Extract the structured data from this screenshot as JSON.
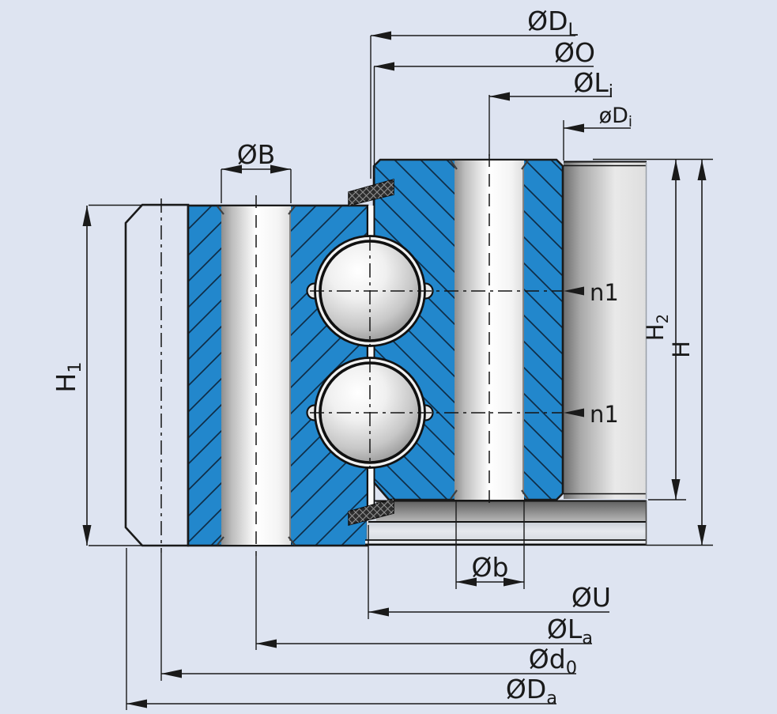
{
  "diagram": {
    "type": "bearing-cross-section",
    "labels": {
      "dl": {
        "main": "ØD",
        "sub": "L"
      },
      "o": {
        "main": "ØO",
        "sub": ""
      },
      "li": {
        "main": "ØL",
        "sub": "i"
      },
      "di": {
        "main": "øD",
        "sub": "i"
      },
      "b_upper": {
        "main": "ØB",
        "sub": ""
      },
      "h1": {
        "main": "H",
        "sub": "1"
      },
      "h2": {
        "main": "H",
        "sub": "2"
      },
      "h": {
        "main": "H",
        "sub": ""
      },
      "n1_upper": {
        "main": "n1",
        "sub": ""
      },
      "n1_lower": {
        "main": "n1",
        "sub": ""
      },
      "b_lower": {
        "main": "Øb",
        "sub": ""
      },
      "u": {
        "main": "ØU",
        "sub": ""
      },
      "la": {
        "main": "ØL",
        "sub": "a"
      },
      "d0": {
        "main": "Ød",
        "sub": "0"
      },
      "da": {
        "main": "ØD",
        "sub": "a"
      }
    },
    "colors": {
      "background": "#dee4f1",
      "section_blue": "#2287cc",
      "outline": "#1a1a1a",
      "seal": "#2d2d2d"
    }
  }
}
